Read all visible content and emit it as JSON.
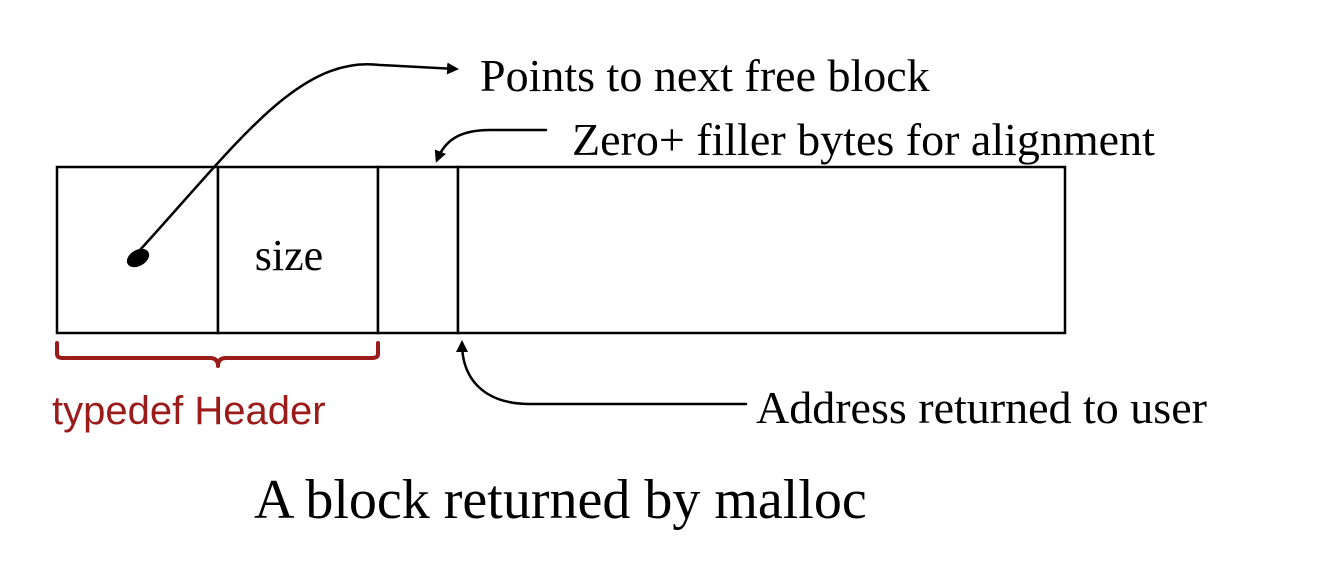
{
  "diagram": {
    "cells": {
      "pointer_cell_label": "",
      "size_cell_label": "size",
      "filler_cell_label": "",
      "user_data_cell_label": ""
    },
    "labels": {
      "next_free_block": "Points to next free block",
      "filler_bytes": "Zero+ filler bytes for alignment",
      "user_address": "Address returned to user",
      "header_type": "typedef Header",
      "caption": "A block returned by malloc"
    },
    "colors": {
      "header_brace": "#9b1b1b",
      "stroke": "#000000"
    }
  }
}
